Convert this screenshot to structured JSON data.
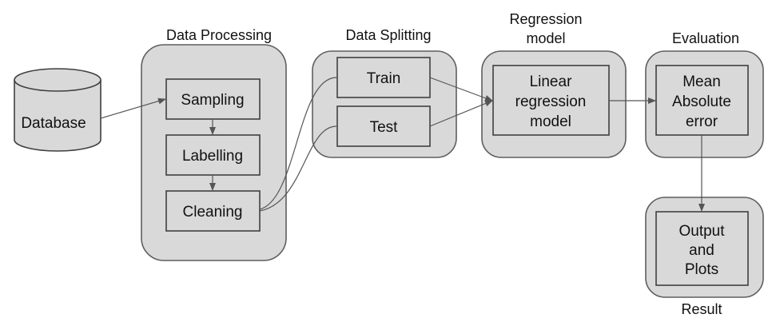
{
  "database": {
    "label": "Database"
  },
  "groups": {
    "processing": {
      "title": "Data Processing"
    },
    "splitting": {
      "title": "Data Splitting"
    },
    "regression": {
      "title_line1": "Regression",
      "title_line2": "model"
    },
    "evaluation": {
      "title": "Evaluation"
    },
    "result": {
      "title": "Result"
    }
  },
  "nodes": {
    "sampling": "Sampling",
    "labelling": "Labelling",
    "cleaning": "Cleaning",
    "train": "Train",
    "test": "Test",
    "linear_regression": {
      "line1": "Linear",
      "line2": "regression",
      "line3": "model"
    },
    "mae": {
      "line1": "Mean",
      "line2": "Absolute",
      "line3": "error"
    },
    "output": {
      "line1": "Output",
      "line2": "and",
      "line3": "Plots"
    }
  }
}
